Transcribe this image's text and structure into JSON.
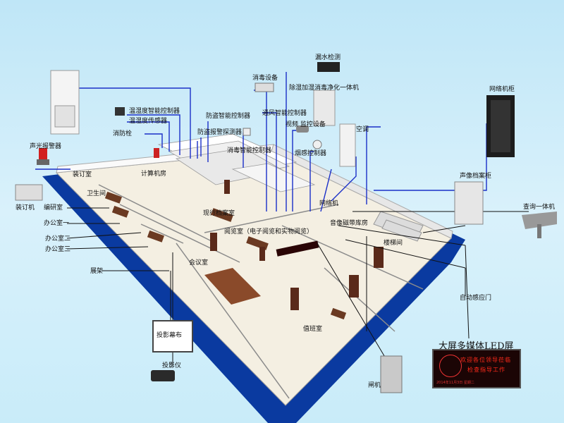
{
  "labels": {
    "leak_detect": "漏水检测",
    "disinfect_device": "消毒设备",
    "dehumidify_purifier": "除湿加湿消毒净化一体机",
    "network_cabinet": "网络机柜",
    "temp_humidity_controller": "温湿度智能控制器",
    "temp_humidity_sensor": "温湿度传感器",
    "anti_theft_controller": "防盗智能控制器",
    "ventilation_controller": "通风智能控制器",
    "fire_hydrant": "消防栓",
    "anti_theft_detector": "防盗报警探测器",
    "video_monitor": "视频 监控设备",
    "air_conditioner": "空调",
    "audible_alarm": "声光报警器",
    "disinfect_controller": "消毒智能控制器",
    "smoke_controller": "烟感控制器",
    "binding_room": "装订室",
    "binding_machine": "装订机",
    "toilet": "卫生间",
    "editing_room": "编研室",
    "office1": "办公室一",
    "office2": "办公室二",
    "office3": "办公室三",
    "display_rack": "展架",
    "meeting_room": "会议室",
    "projection_screen": "投影幕布",
    "projector": "投影仪",
    "duty_room": "值班室",
    "auto_door": "自动感应门",
    "turnstile": "闸机",
    "stairs": "楼梯间",
    "audio_archive": "声像档案柜",
    "query_kiosk": "查询一体机",
    "tape_room": "音像磁带库房",
    "archive_room1": "计算机房",
    "current_doc_room": "现行档案室",
    "reading_room": "阅览室（电子阅览和实物阅览）",
    "led_title": "大屏多媒体LED屏",
    "led_line1": "欢迎各位领导莅临",
    "led_line2": "检查指导工作",
    "led_date": "2014年11月3日 星期二"
  },
  "colors": {
    "wire": "#1a2fc8",
    "floor": "#f4efe2",
    "water": "#0a3aa0",
    "led_text": "#ff2a1a"
  }
}
